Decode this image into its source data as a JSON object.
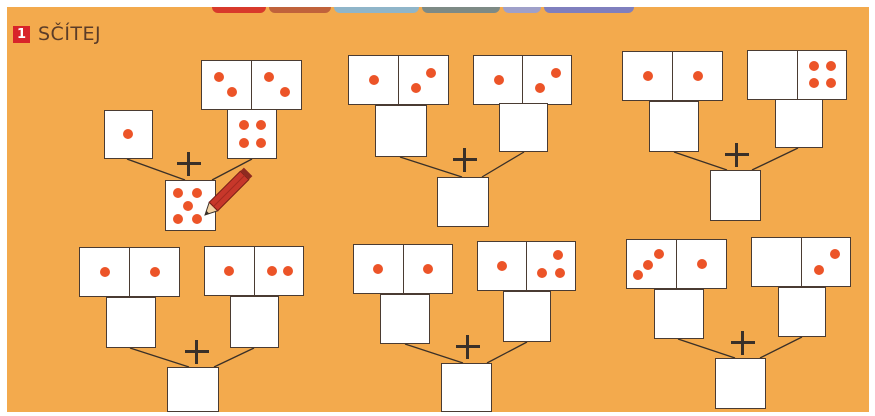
{
  "exercise": {
    "number": "1",
    "title": "SČÍTEJ"
  },
  "colors": {
    "background": "#f3aa4d",
    "dot": "#ec5428",
    "number_badge": "#d8242a"
  },
  "icons": [
    "pencil-icon"
  ],
  "problems": [
    {
      "left_die": 1,
      "right_domino": [
        2,
        2
      ],
      "right_die": 4,
      "result_example": 5
    },
    {
      "left_domino": [
        1,
        2
      ],
      "right_domino": [
        1,
        2
      ]
    },
    {
      "left_domino": [
        1,
        1
      ],
      "right_domino": [
        0,
        4
      ]
    },
    {
      "left_domino": [
        1,
        1
      ],
      "right_domino": [
        1,
        2
      ]
    },
    {
      "left_domino": [
        1,
        1
      ],
      "right_domino": [
        1,
        3
      ]
    },
    {
      "left_domino": [
        3,
        1
      ],
      "right_domino": [
        0,
        2
      ]
    }
  ]
}
